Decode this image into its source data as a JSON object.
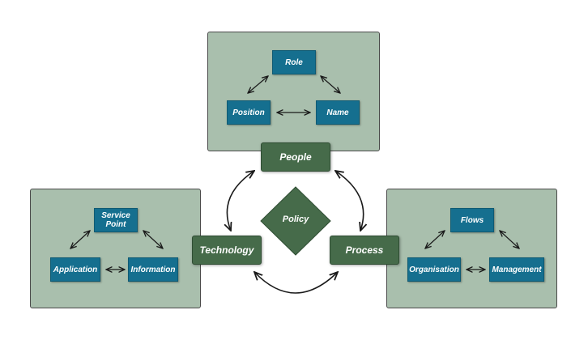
{
  "people": {
    "hub": "People",
    "role": "Role",
    "position": "Position",
    "name": "Name"
  },
  "technology": {
    "hub": "Technology",
    "service_point": "Service Point",
    "application": "Application",
    "information": "Information"
  },
  "process": {
    "hub": "Process",
    "flows": "Flows",
    "organisation": "Organisation",
    "management": "Management"
  },
  "center": {
    "label": "Policy"
  },
  "colors": {
    "panel_fill": "#a9bfad",
    "panel_border": "#4a4a4a",
    "node_fill": "#156f8f",
    "hub_fill": "#466b4a",
    "arrow": "#1a1a1a"
  }
}
